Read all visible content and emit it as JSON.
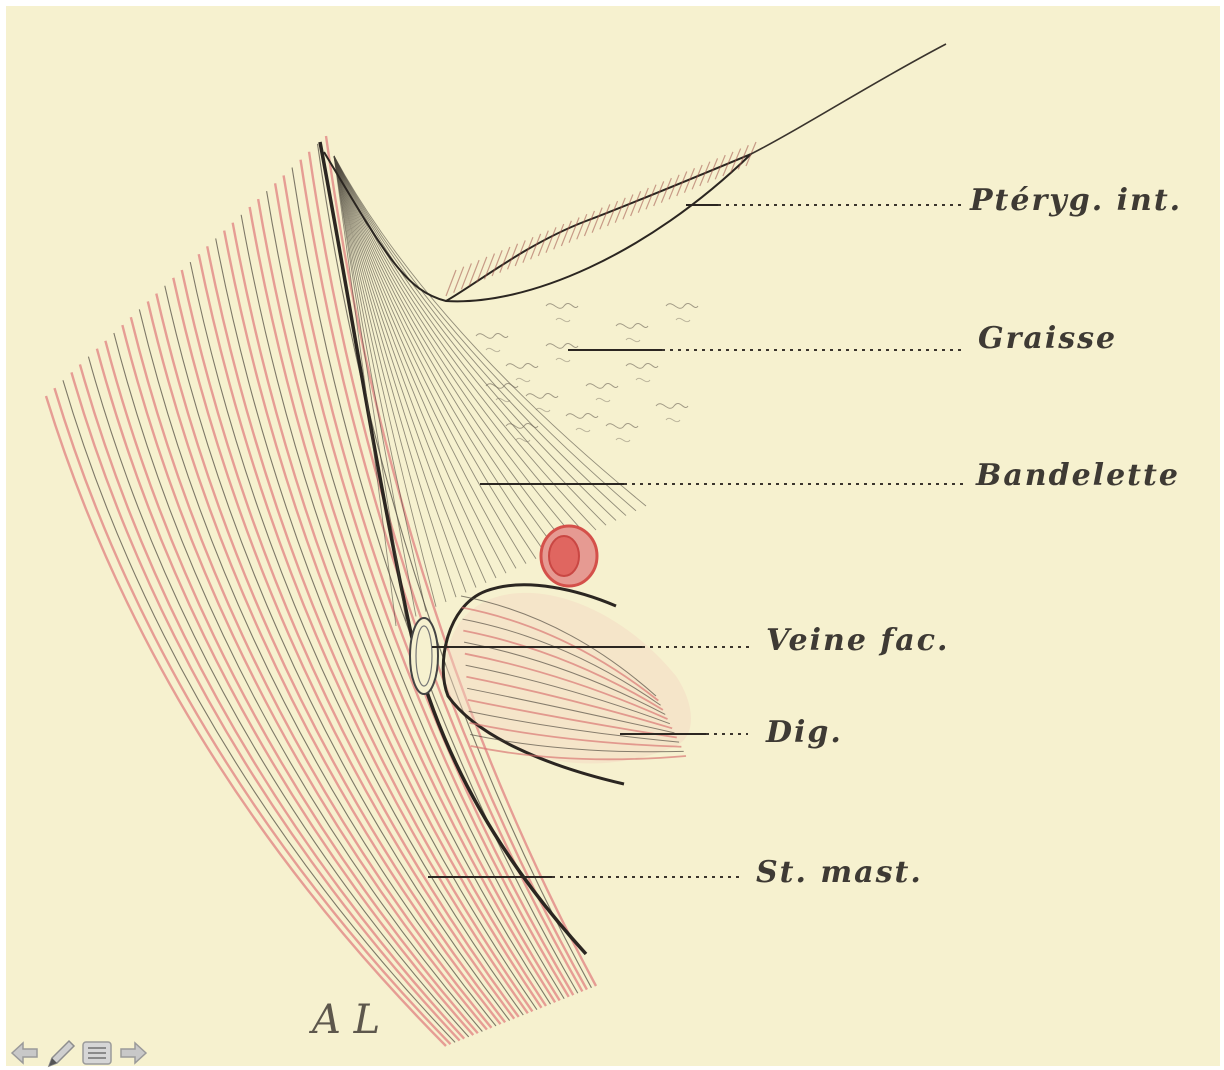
{
  "figure": {
    "labels": {
      "pteryg": "Ptéryg. int.",
      "graisse": "Graisse",
      "bandelette": "Bandelette",
      "veine": "Veine fac.",
      "dig": "Dig.",
      "st_mast": "St. mast."
    },
    "signature": "A L"
  },
  "nav": {
    "icons": [
      "arrow-left-icon",
      "pencil-icon",
      "list-icon",
      "arrow-right-icon"
    ]
  },
  "colors": {
    "paper": "#f6f1cf",
    "ink": "#3e3a34",
    "muscle_red": "#e08080",
    "vessel_red": "#e0706a",
    "nav_gray": "#b4b4b4"
  }
}
